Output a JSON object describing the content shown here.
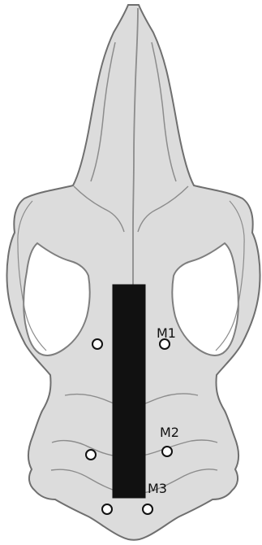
{
  "diagram": {
    "electrode_labels": [
      "M1",
      "M2",
      "M3"
    ],
    "colors": {
      "skull_fill": "#dcdcdc",
      "skull_outline": "#6f6f6f",
      "suture_line": "#8c8c8c",
      "bar_fill": "#111111",
      "electrode_fill": "#ffffff",
      "electrode_stroke": "#111111"
    },
    "icons": [
      "skull-illustration",
      "electrode-marker"
    ]
  }
}
